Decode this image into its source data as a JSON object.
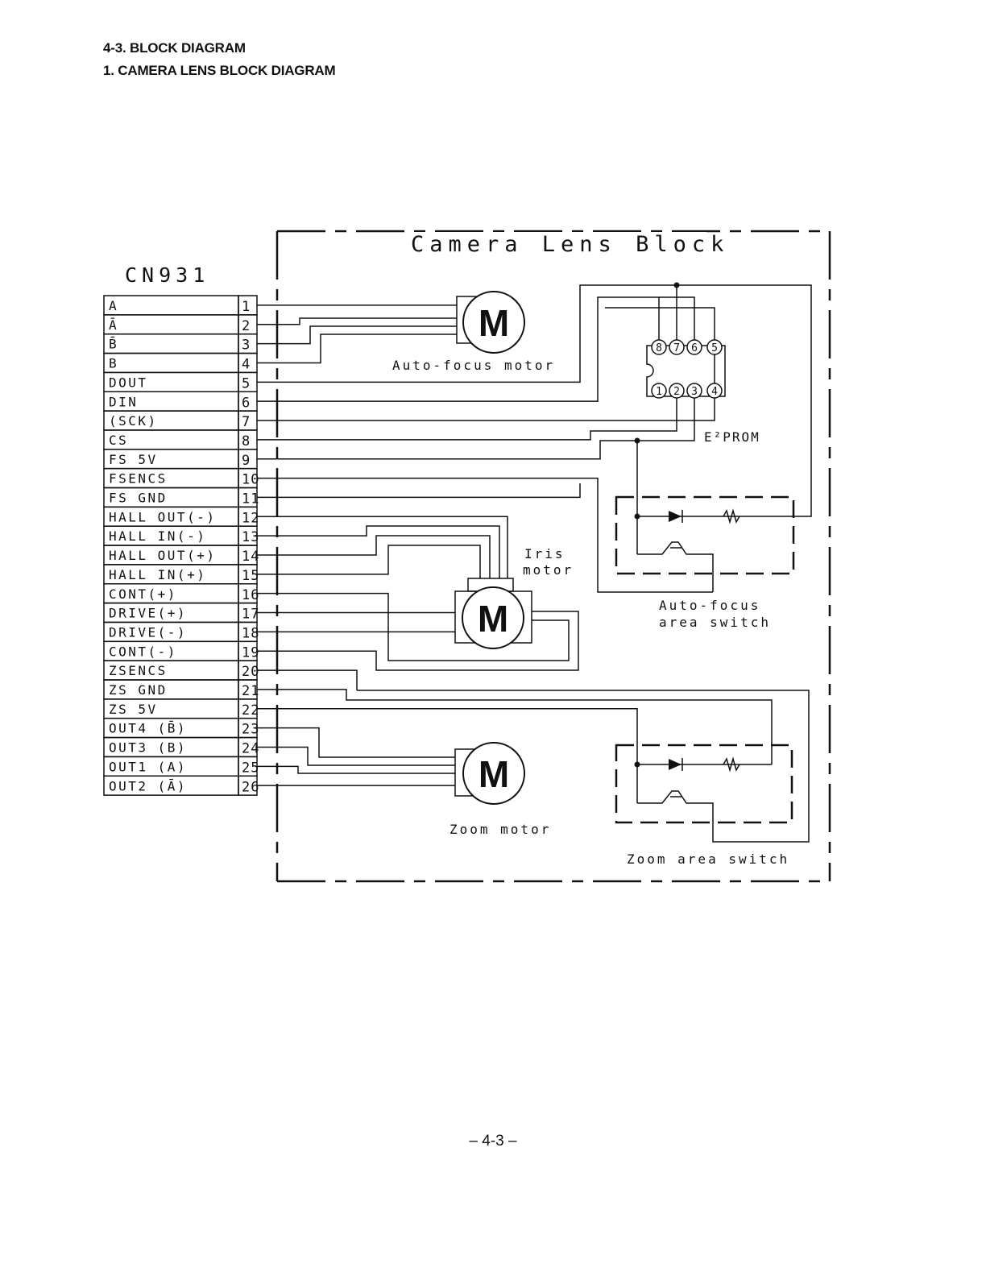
{
  "header": {
    "section": "4-3. BLOCK DIAGRAM",
    "subsection": "1. CAMERA LENS BLOCK DIAGRAM"
  },
  "diagram": {
    "block_title": "Camera Lens Block",
    "connector_name": "CN931",
    "pins": [
      {
        "num": "1",
        "label": "A"
      },
      {
        "num": "2",
        "label": "Ā"
      },
      {
        "num": "3",
        "label": "B̄"
      },
      {
        "num": "4",
        "label": "B"
      },
      {
        "num": "5",
        "label": "DOUT"
      },
      {
        "num": "6",
        "label": "DIN"
      },
      {
        "num": "7",
        "label": "(SCK)"
      },
      {
        "num": "8",
        "label": "CS"
      },
      {
        "num": "9",
        "label": "FS 5V"
      },
      {
        "num": "10",
        "label": "FSENCS"
      },
      {
        "num": "11",
        "label": "FS GND"
      },
      {
        "num": "12",
        "label": "HALL OUT(-)"
      },
      {
        "num": "13",
        "label": "HALL IN(-)"
      },
      {
        "num": "14",
        "label": "HALL OUT(+)"
      },
      {
        "num": "15",
        "label": "HALL IN(+)"
      },
      {
        "num": "16",
        "label": "CONT(+)"
      },
      {
        "num": "17",
        "label": "DRIVE(+)"
      },
      {
        "num": "18",
        "label": "DRIVE(-)"
      },
      {
        "num": "19",
        "label": "CONT(-)"
      },
      {
        "num": "20",
        "label": "ZSENCS"
      },
      {
        "num": "21",
        "label": "ZS GND"
      },
      {
        "num": "22",
        "label": "ZS 5V"
      },
      {
        "num": "23",
        "label": "OUT4 (B̄)"
      },
      {
        "num": "24",
        "label": "OUT3 (B)"
      },
      {
        "num": "25",
        "label": "OUT1 (A)"
      },
      {
        "num": "26",
        "label": "OUT2 (Ā)"
      }
    ],
    "motor_symbol": "M",
    "af_motor_label": "Auto-focus motor",
    "iris_motor_label_1": "Iris",
    "iris_motor_label_2": "motor",
    "zoom_motor_label": "Zoom motor",
    "eeprom_label": "E²PROM",
    "eeprom_pins_top": [
      "8",
      "7",
      "6",
      "5"
    ],
    "eeprom_pins_bottom": [
      "1",
      "2",
      "3",
      "4"
    ],
    "af_switch_label_1": "Auto-focus",
    "af_switch_label_2": "area switch",
    "zoom_switch_label": "Zoom area switch"
  },
  "footer": {
    "page_number": "– 4-3 –"
  }
}
